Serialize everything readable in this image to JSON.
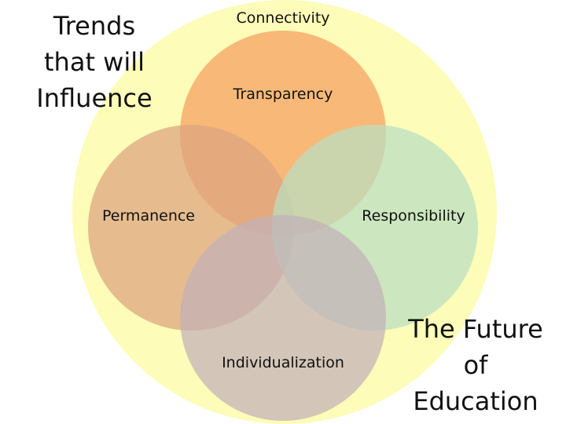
{
  "diagram": {
    "outer_label": "Connectivity",
    "circles": [
      {
        "key": "transparency",
        "label": "Transparency",
        "color": "#f5a05f"
      },
      {
        "key": "permanence",
        "label": "Permanence",
        "color": "#dca380"
      },
      {
        "key": "responsibility",
        "label": "Responsibility",
        "color": "#b8dfc2"
      },
      {
        "key": "individualization",
        "label": "Individualization",
        "color": "#c2b2b8"
      }
    ],
    "outer_color": "#fdfcb8"
  },
  "title_left": {
    "lines": [
      "Trends",
      "that will",
      "Influence"
    ]
  },
  "title_right": {
    "lines": [
      "The Future",
      "of",
      "Education"
    ]
  }
}
